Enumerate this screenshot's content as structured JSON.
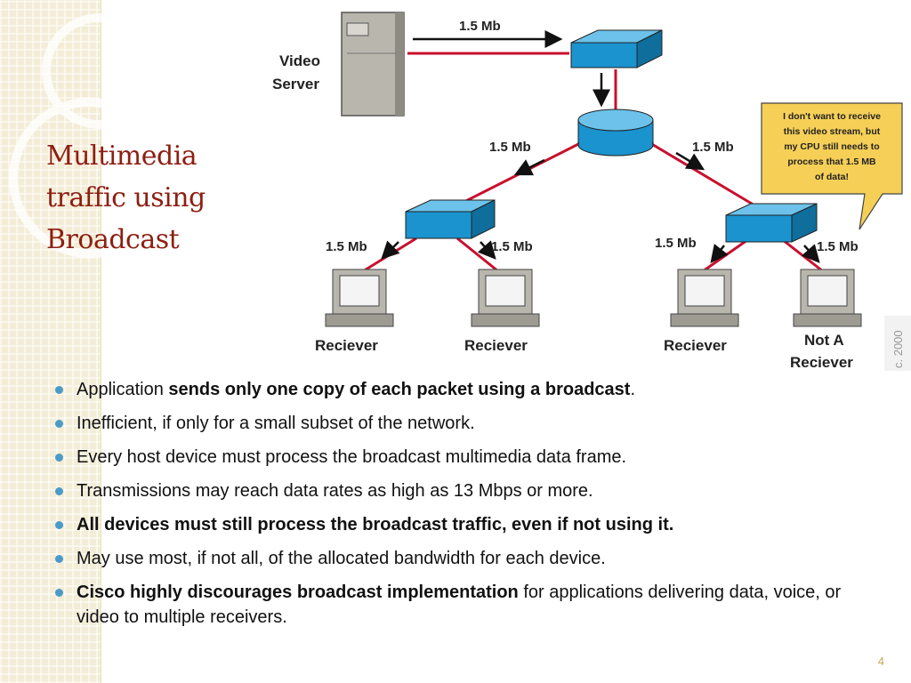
{
  "slide": {
    "title_lines": [
      "Multimedia",
      "traffic using",
      "Broadcast"
    ],
    "page_number": "4"
  },
  "diagram": {
    "labels": {
      "server_line1": "Video",
      "server_line2": "Server",
      "rate_top": "1.5 Mb",
      "rate_left": "1.5 Mb",
      "rate_right": "1.5 Mb",
      "rate_ll": "1.5 Mb",
      "rate_lr": "1.5 Mb",
      "rate_rl": "1.5 Mb",
      "rate_rr": "1.5 Mb",
      "receiver1": "Reciever",
      "receiver2": "Reciever",
      "receiver3": "Reciever",
      "not_receiver_line1": "Not A",
      "not_receiver_line2": "Reciever",
      "copyright": "c. 2000"
    },
    "callout_lines": [
      "I don't want to receive",
      "this video stream, but",
      "my CPU still needs to",
      "process that 1.5 MB",
      "of data!"
    ],
    "colors": {
      "link": "#c8102e",
      "device": "#1a93cf",
      "callout_bg": "#f6cf57",
      "arrow": "#111111"
    }
  },
  "bullets": [
    {
      "pre": "Application ",
      "bold": "sends only one copy of each packet using a broadcast",
      "post": "."
    },
    {
      "pre": "Inefficient, if only for a small subset of the network.",
      "bold": "",
      "post": ""
    },
    {
      "pre": "Every host device must process the broadcast multimedia data frame.",
      "bold": "",
      "post": ""
    },
    {
      "pre": "Transmissions may reach data rates as high as 13 Mbps or more.",
      "bold": "",
      "post": ""
    },
    {
      "pre": "",
      "bold": "All devices must still process the broadcast traffic, even if not using it.",
      "post": ""
    },
    {
      "pre": "May use most, if not all, of the allocated bandwidth for each device.",
      "bold": "",
      "post": ""
    },
    {
      "pre": "",
      "bold": "Cisco highly discourages broadcast implementation",
      "post": " for applications delivering data, voice, or video to multiple receivers."
    }
  ]
}
